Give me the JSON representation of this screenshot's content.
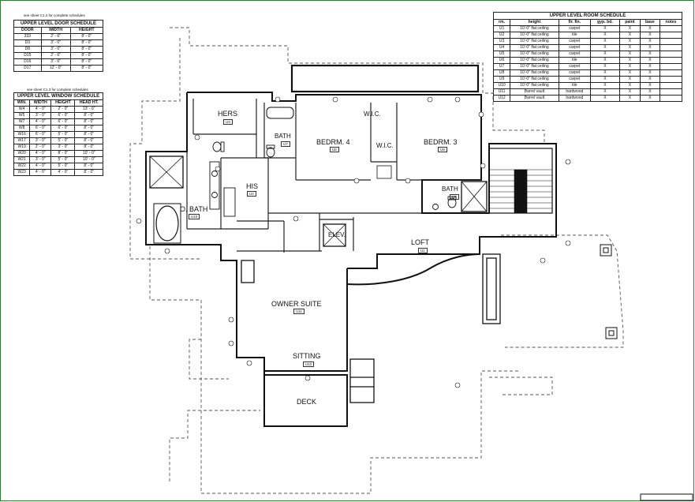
{
  "door_schedule": {
    "note": "see sheet C1.2 for complete schedules",
    "title": "UPPER LEVEL DOOR SCHEDULE",
    "headers": [
      "DOOR",
      "WIDTH",
      "HEIGHT"
    ],
    "rows": [
      [
        "333",
        "2' - 6\"",
        "8' - 0\""
      ],
      [
        "D3",
        "3' - 0\"",
        "8' - 0\""
      ],
      [
        "D8",
        "3' - 0\"",
        "8' - 0\""
      ],
      [
        "D15",
        "2' - 6\"",
        "8' - 0\""
      ],
      [
        "D16",
        "3' - 6\"",
        "8' - 0\""
      ],
      [
        "D17",
        "12' - 0\"",
        "8' - 0\""
      ]
    ]
  },
  "window_schedule": {
    "note": "see sheet C1.3 for complete schedules",
    "title": "UPPER LEVEL WINDOW SCHEDULE",
    "headers": [
      "WIN.",
      "WIDTH",
      "HEIGHT",
      "HEAD HT."
    ],
    "rows": [
      [
        "W4",
        "4' - 0\"",
        "2' - 0\"",
        "13' - 6\""
      ],
      [
        "W5",
        "3' - 0\"",
        "6' - 0\"",
        "8' - 0\""
      ],
      [
        "W7",
        "4' - 0\"",
        "6' - 0\"",
        "8' - 0\""
      ],
      [
        "W8",
        "6' - 0\"",
        "6' - 0\"",
        "8' - 0\""
      ],
      [
        "W16",
        "6' - 0\"",
        "5' - 0\"",
        "8' - 0\""
      ],
      [
        "W17",
        "3' - 0\"",
        "5' - 0\"",
        "8' - 0\""
      ],
      [
        "W19",
        "2' - 0\"",
        "3' - 0\"",
        "8' - 0\""
      ],
      [
        "W20",
        "4' - 0\"",
        "8' - 0\"",
        "10' - 0\""
      ],
      [
        "W21",
        "3' - 0\"",
        "5' - 0\"",
        "10' - 0\""
      ],
      [
        "W22",
        "4' - 0\"",
        "5' - 0\"",
        "8' - 0\""
      ],
      [
        "W23",
        "4' - 0\"",
        "4' - 0\"",
        "8' - 0\""
      ]
    ]
  },
  "room_schedule": {
    "title": "UPPER LEVEL ROOM SCHEDULE",
    "headers": [
      "rm.",
      "height",
      "flr. fin.",
      "gyp. bd.",
      "paint",
      "base",
      "notes"
    ],
    "rows": [
      [
        "U1",
        "10'-0\" flat ceiling",
        "carpet",
        "X",
        "X",
        "X",
        ""
      ],
      [
        "U2",
        "10'-0\" flat ceiling",
        "tile",
        "X",
        "X",
        "X",
        ""
      ],
      [
        "U3",
        "10'-0\" flat ceiling",
        "carpet",
        "X",
        "X",
        "X",
        ""
      ],
      [
        "U4",
        "10'-0\" flat ceiling",
        "carpet",
        "X",
        "X",
        "X",
        ""
      ],
      [
        "U5",
        "10'-0\" flat ceiling",
        "carpet",
        "X",
        "X",
        "X",
        ""
      ],
      [
        "U6",
        "10'-0\" flat ceiling",
        "tile",
        "X",
        "X",
        "X",
        ""
      ],
      [
        "U7",
        "10'-0\" flat ceiling",
        "carpet",
        "X",
        "X",
        "X",
        ""
      ],
      [
        "U8",
        "10'-0\" flat ceiling",
        "carpet",
        "X",
        "X",
        "X",
        ""
      ],
      [
        "U9",
        "10'-0\" flat ceiling",
        "carpet",
        "X",
        "X",
        "X",
        ""
      ],
      [
        "U10",
        "10'-0\" flat ceiling",
        "tile",
        "X",
        "X",
        "X",
        ""
      ],
      [
        "U11",
        "Barrel vault",
        "hardwood",
        "X",
        "X",
        "X",
        ""
      ],
      [
        "U12",
        "Barrel vault",
        "hardwood",
        "X",
        "X",
        "X",
        ""
      ]
    ]
  },
  "rooms": {
    "hers": "HERS",
    "bath_1": "BATH",
    "bedrm_4": "BEDRM. 4",
    "wic_1": "W.I.C.",
    "wic_2": "W.I.C.",
    "bedrm_3": "BEDRM. 3",
    "his": "HIS",
    "o_bath": "O. BATH",
    "bath_2": "BATH",
    "elev": "ELEV.",
    "loft": "LOFT",
    "owner_suite": "OWNER SUITE",
    "sitting": "SITTING",
    "deck": "DECK"
  },
  "room_tags": {
    "hers": "U3",
    "bath_1": "U7",
    "bedrm_4": "U8",
    "bedrm_3": "U9",
    "his": "U4",
    "o_bath": "U10",
    "bath_2": "U6",
    "loft": "U1",
    "owner_suite": "U11",
    "sitting": "U12"
  }
}
